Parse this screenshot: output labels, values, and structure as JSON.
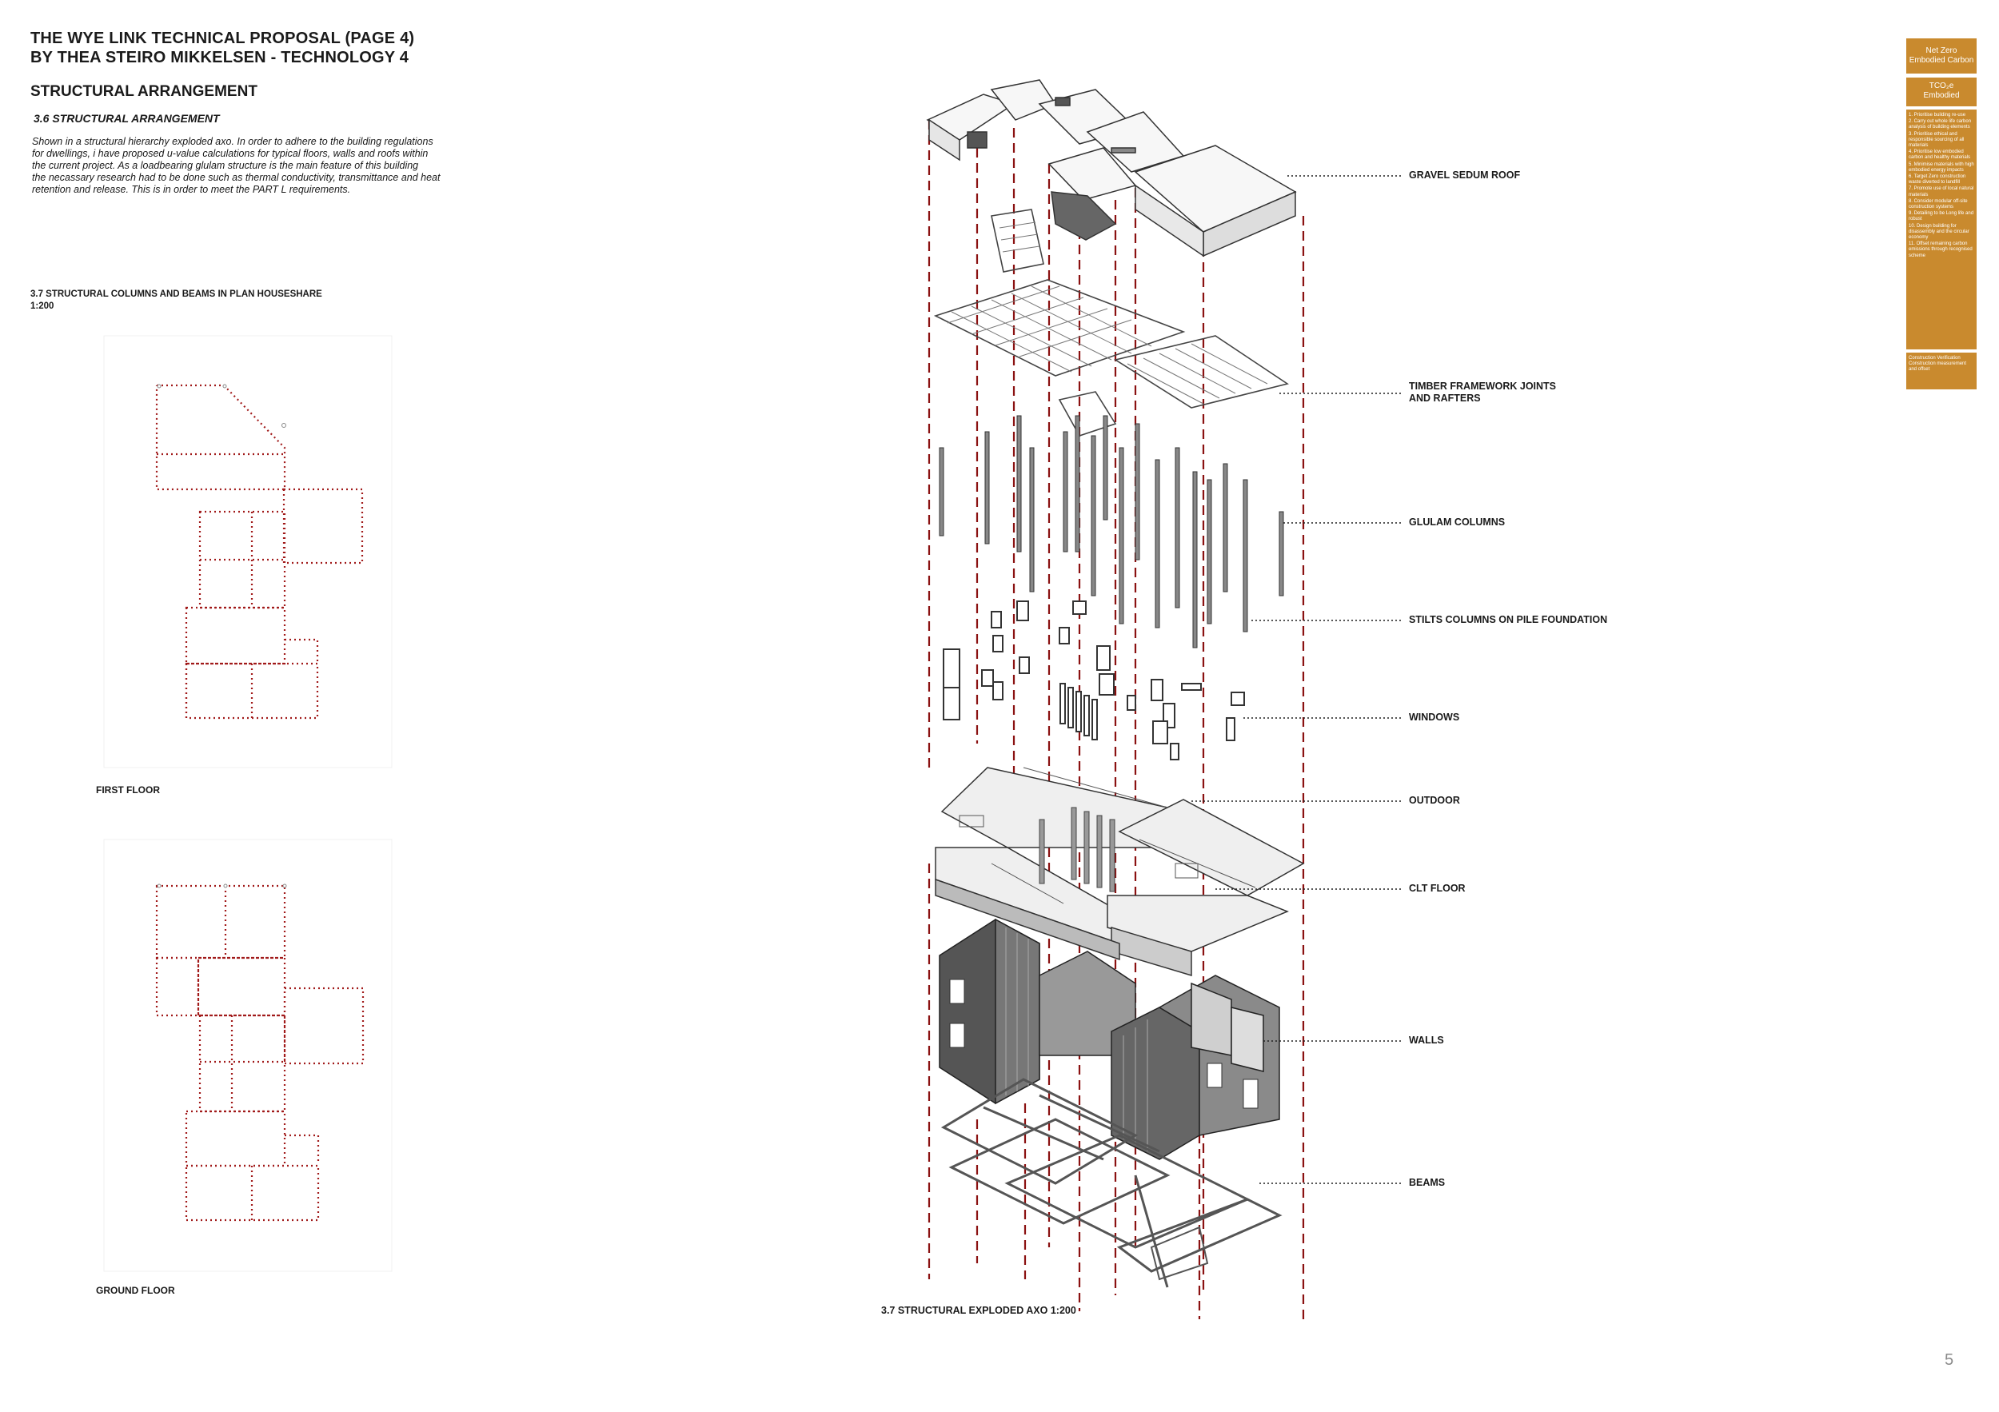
{
  "header": {
    "line1": "THE WYE LINK TECHNICAL PROPOSAL (PAGE 4)",
    "line2": "BY THEA STEIRO MIKKELSEN - TECHNOLOGY 4"
  },
  "section": {
    "title": "STRUCTURAL ARRANGEMENT",
    "subtitle": "3.6 STRUCTURAL ARRANGEMENT",
    "body": [
      "Shown in a structural hierarchy exploded axo. In order to  adhere to the building regulations",
      "for dwellings, i have proposed u-value calculations for typical floors, walls and roofs within",
      "the current project.  As a loadbearing glulam structure is the main feature of this building",
      "the necassary research had to be done such as thermal conductivity, transmittance and heat",
      "retention and release. This is in order to meet the PART L requirements."
    ]
  },
  "plans": {
    "heading_line1": "3.7 STRUCTURAL COLUMNS AND BEAMS IN PLAN HOUSESHARE",
    "heading_line2": "1:200",
    "first_floor_label": "FIRST FLOOR",
    "ground_floor_label": "GROUND FLOOR"
  },
  "axo": {
    "caption": "3.7  STRUCTURAL EXPLODED AXO 1:200",
    "callouts": [
      {
        "line1": "GRAVEL SEDUM ROOF",
        "line2": ""
      },
      {
        "line1": "TIMBER FRAMEWORK  JOINTS",
        "line2": "AND RAFTERS"
      },
      {
        "line1": "GLULAM  COLUMNS",
        "line2": ""
      },
      {
        "line1": "STILTS COLUMNS ON PILE FOUNDATION",
        "line2": ""
      },
      {
        "line1": "WINDOWS",
        "line2": ""
      },
      {
        "line1": "OUTDOOR",
        "line2": ""
      },
      {
        "line1": "CLT FLOOR",
        "line2": ""
      },
      {
        "line1": "WALLS",
        "line2": ""
      },
      {
        "line1": "BEAMS",
        "line2": ""
      }
    ]
  },
  "side_panel": {
    "box1_line1": "Net Zero",
    "box1_line2": "Embodied Carbon",
    "box2_line1": "TCO₂e",
    "box2_line2": "Embodied",
    "list": [
      "1.  Prioritise building re-use",
      "2.  Carry out whole life carbon analysis of building elements",
      "3.  Prioritise ethical and responsible sourcing of all materials",
      "4.  Prioritise low embodied carbon and healthy materials",
      "5.  Minimise materials with high embodied energy impacts",
      "6.  Target Zero construction waste diverted to landfill",
      "7.  Promote use of local natural materials",
      "8.  Consider modular off-site construction systems",
      "9.  Detailing to be Long life and robust",
      "10. Design building for disassembly and the circular economy",
      "11. Offset remaining carbon emissions through recognised scheme"
    ],
    "footer": "Construction Verification Construction measurement and offset"
  },
  "page_number": "5",
  "colors": {
    "accent": "#c98a2e",
    "grid_red": "#a11a1a"
  }
}
